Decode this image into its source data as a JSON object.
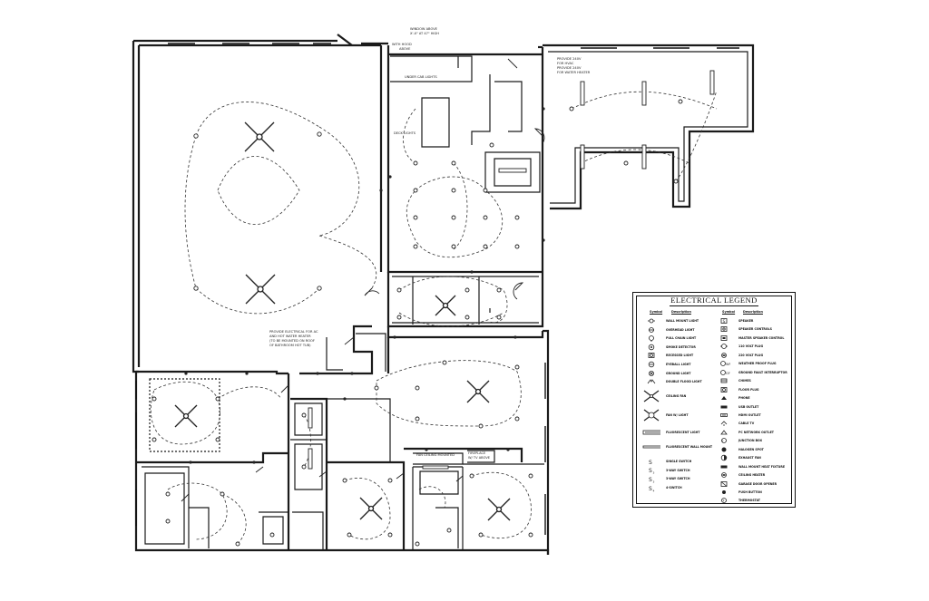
{
  "notes": {
    "window_above": "WINDOW ABOVE",
    "window_height": "X'-X\" AT 47\" HIGH",
    "with_hood": "WITH HOOD",
    "above": "ABOVE",
    "range_lights": "UNDER CAB LIGHTS",
    "deck_lights": "DECK LIGHTS",
    "provide_240v_line1": "PROVIDE 240V",
    "provide_240v_line2": "FOR HVAC",
    "provide_240v_line3": "PROVIDE 240V",
    "provide_240v_line4": "FOR WATER HEATER",
    "ac_note_line1": "PROVIDE ELECTRICAL FOR AC",
    "ac_note_line2": "AND HOT WATER HEATER",
    "ac_note_line3": "(TO BE MOUNTED ON ROOF",
    "ac_note_line4": "OF BATHROOM HOT TUB)",
    "fan_ceiling_mounted": "FAN CEILING MOUNTED",
    "fireplace_line1": "FIREPLACE",
    "fireplace_line2": "W/ TV ABOVE"
  },
  "legend": {
    "title": "ELECTRICAL LEGEND",
    "col_symbol": "Symbol",
    "col_description": "Description",
    "left_items": [
      {
        "icon": "wall-mount-light-icon",
        "label": "WALL MOUNT LIGHT"
      },
      {
        "icon": "overhead-light-icon",
        "label": "OVERHEAD LIGHT"
      },
      {
        "icon": "pull-chain-light-icon",
        "label": "PULL CHAIN LIGHT"
      },
      {
        "icon": "smoke-detector-icon",
        "label": "SMOKE DETECTOR"
      },
      {
        "icon": "recessed-light-icon",
        "label": "RECESSED LIGHT"
      },
      {
        "icon": "eyeball-light-icon",
        "label": "EYEBALL LIGHT"
      },
      {
        "icon": "ground-light-icon",
        "label": "GROUND LIGHT"
      },
      {
        "icon": "double-flood-light-icon",
        "label": "DOUBLE FLOOD LIGHT"
      },
      {
        "icon": "ceiling-fan-icon",
        "label": "CEILING FAN"
      },
      {
        "icon": "fan-with-light-icon",
        "label": "FAN W/ LIGHT"
      },
      {
        "icon": "fluorescent-light-icon",
        "label": "FLUORESCENT LIGHT"
      },
      {
        "icon": "fluorescent-wall-mount-icon",
        "label": "FLUORESCENT WALL MOUNT"
      },
      {
        "icon": "single-switch-icon",
        "label": "SINGLE SWITCH",
        "sym": "S"
      },
      {
        "icon": "three-way-switch-icon",
        "label": "3-WAY SWITCH",
        "sym": "S3"
      },
      {
        "icon": "three-way-switch-alt-icon",
        "label": "3-WAY SWITCH",
        "sym": "S3"
      },
      {
        "icon": "four-way-switch-icon",
        "label": "4-SWITCH",
        "sym": "S4"
      }
    ],
    "right_items": [
      {
        "icon": "speaker-icon",
        "label": "SPEAKER"
      },
      {
        "icon": "speaker-controls-icon",
        "label": "SPEAKER CONTROLS"
      },
      {
        "icon": "master-speaker-control-icon",
        "label": "MASTER SPEAKER CONTROL"
      },
      {
        "icon": "110-volt-plug-icon",
        "label": "110 VOLT PLUG"
      },
      {
        "icon": "220-volt-plug-icon",
        "label": "220 VOLT PLUG"
      },
      {
        "icon": "weather-proof-plug-icon",
        "label": "WEATHER PROOF PLUG"
      },
      {
        "icon": "gfi-icon",
        "label": "GROUND FAULT INTERRUPTOR"
      },
      {
        "icon": "chimes-icon",
        "label": "CHIMES"
      },
      {
        "icon": "floor-plug-icon",
        "label": "FLOOR PLUG"
      },
      {
        "icon": "phone-icon",
        "label": "PHONE"
      },
      {
        "icon": "usb-outlet-icon",
        "label": "USB OUTLET"
      },
      {
        "icon": "hdmi-outlet-icon",
        "label": "HDMI OUTLET"
      },
      {
        "icon": "cable-tv-icon",
        "label": "CABLE TV"
      },
      {
        "icon": "pc-network-outlet-icon",
        "label": "PC NETWORK OUTLET"
      },
      {
        "icon": "junction-box-icon",
        "label": "JUNCTION BOX"
      },
      {
        "icon": "halogen-spot-icon",
        "label": "HALOGEN SPOT"
      },
      {
        "icon": "exhaust-fan-icon",
        "label": "EXHAUST FAN"
      },
      {
        "icon": "wall-mount-heat-fixture-icon",
        "label": "WALL MOUNT HEAT FIXTURE"
      },
      {
        "icon": "ceiling-heater-icon",
        "label": "CEILING HEATER"
      },
      {
        "icon": "garage-door-opener-icon",
        "label": "GARAGE DOOR OPENER"
      },
      {
        "icon": "push-button-icon",
        "label": "PUSH BUTTON"
      },
      {
        "icon": "thermostat-icon",
        "label": "THERMOSTAT"
      }
    ]
  }
}
